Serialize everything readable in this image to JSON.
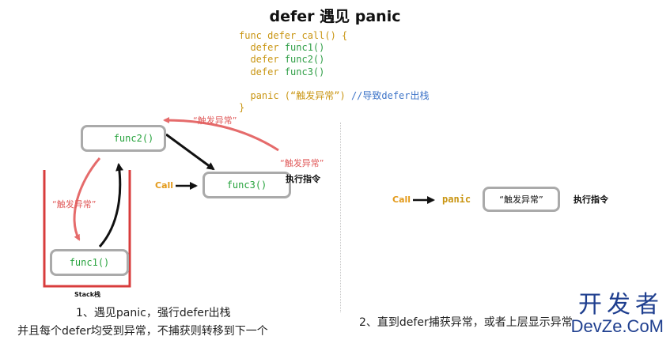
{
  "title": "defer 遇见 panic",
  "code": {
    "line1": "func defer_call() {",
    "defer_kw": "defer",
    "func1": "func1()",
    "func2": "func2()",
    "func3": "func3()",
    "panic_call": "panic (“触发异常”)",
    "comment": "//导致defer出栈",
    "close": "}"
  },
  "left": {
    "func2_box": "func2()",
    "func3_box": "func3()",
    "func1_box": "func1()",
    "panic_label_top": "“触发异常”",
    "panic_label_right": "“触发异常”",
    "panic_label_left": "“触发异常”",
    "call": "Call",
    "exec": "执行指令",
    "stack": "Stack栈",
    "caption1": "1、遇见panic，强行defer出栈",
    "caption2": "并且每个defer均受到异常，不捕获则转移到下一个"
  },
  "right": {
    "call": "Call",
    "panic": "panic",
    "box": "“触发异常”",
    "exec": "执行指令",
    "caption": "2、直到defer捕获异常，或者上层显示异常"
  },
  "watermark": {
    "cn": "开发者",
    "en": "DevZe.CoM"
  },
  "colors": {
    "arrow_red": "#e56b6b",
    "arrow_black": "#111111",
    "box_border": "#aaaaaa",
    "stack_red": "#d83c3c",
    "func_green": "#27a33d",
    "call_orange": "#e39a1a"
  }
}
